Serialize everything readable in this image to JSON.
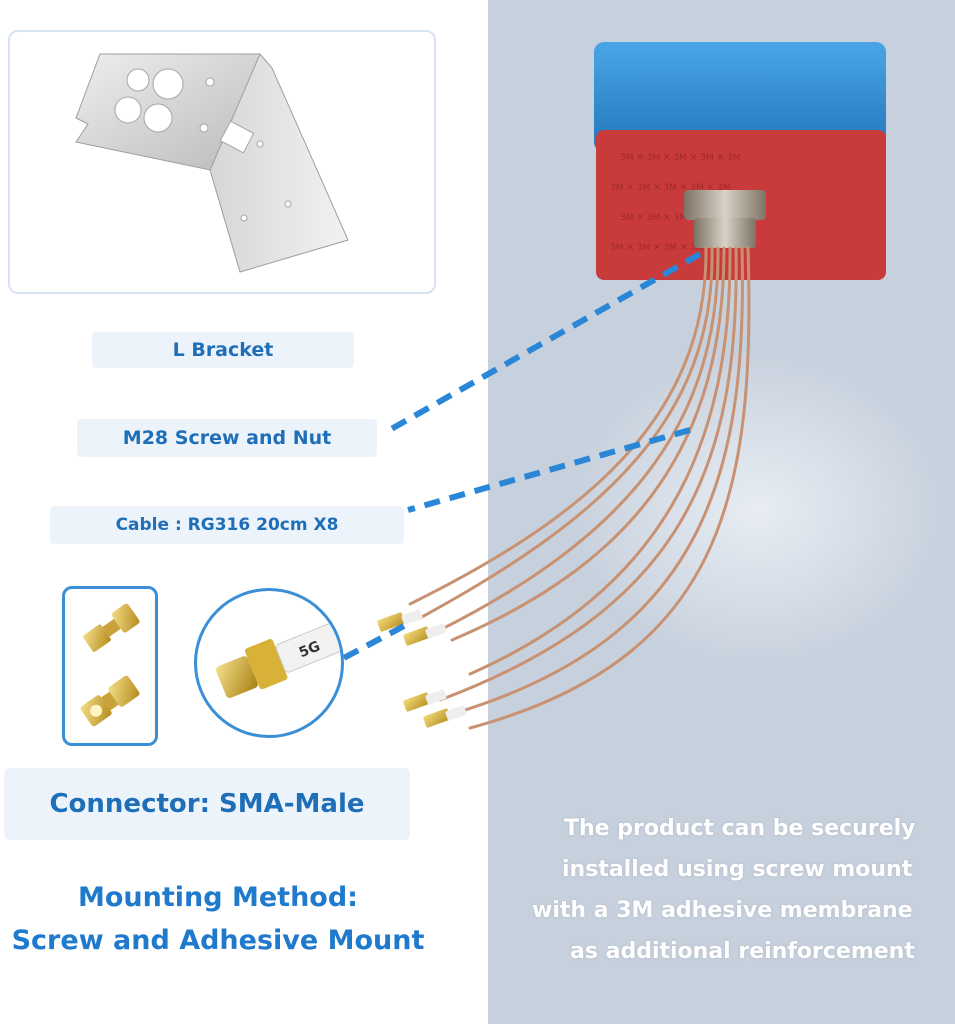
{
  "labels": {
    "bracket": "L Bracket",
    "screw": "M28 Screw and Nut",
    "cable": "Cable : RG316 20cm X8",
    "connector": "Connector: SMA-Male"
  },
  "mounting": {
    "line1": "Mounting Method:",
    "line2": "Screw and Adhesive Mount"
  },
  "description": {
    "line1": "The product can be securely",
    "line2": "installed using screw mount",
    "line3": "with a 3M adhesive membrane",
    "line4": "as additional reinforcement"
  },
  "cable_tag": "5G",
  "colors": {
    "accent_blue": "#1f6fb8",
    "dash_blue": "#2a86d6",
    "antenna_blue": "#2d87c9",
    "adhesive_red": "#c93a3a",
    "cable_copper": "#c89272",
    "gold": "#d9b440"
  }
}
